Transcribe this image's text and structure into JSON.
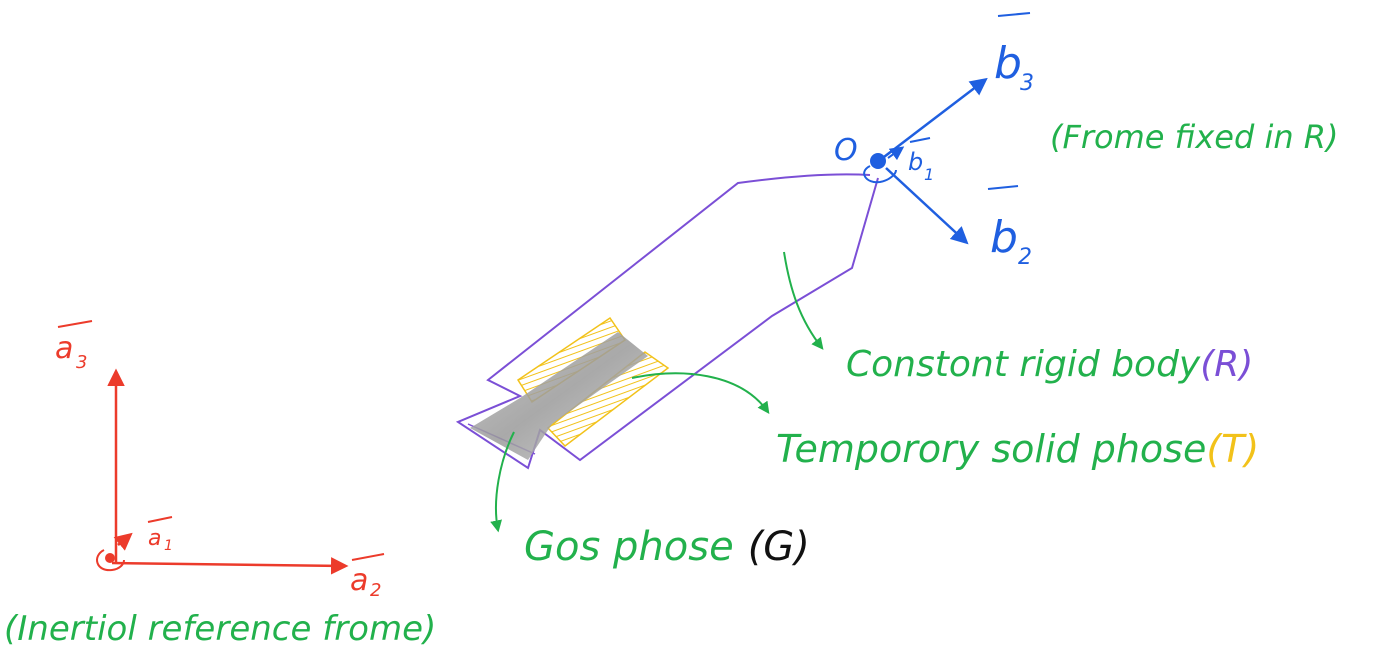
{
  "colors": {
    "inertial_frame": "#ec3b2b",
    "body_frame": "#1f5fe0",
    "rigid_body": "#7b4fd6",
    "solid_phase": "#f2c21a",
    "gas_phase": "#9a9a9a",
    "annotation": "#22b14c",
    "text_black": "#111111"
  },
  "inertial_frame": {
    "axis_a3": "a",
    "axis_a3_sub": "3",
    "axis_a2": "a",
    "axis_a2_sub": "2",
    "axis_a1": "a",
    "axis_a1_sub": "1",
    "caption": "(Inertiol reference frome)"
  },
  "body_frame": {
    "origin": "O",
    "axis_b3": "b",
    "axis_b3_sub": "3",
    "axis_b2": "b",
    "axis_b2_sub": "2",
    "axis_b1": "b",
    "axis_b1_sub": "1",
    "caption": "(Frome fixed in R)"
  },
  "labels": {
    "rigid_body_text": "Constont rigid body",
    "rigid_body_symbol": "(R)",
    "solid_phase_text": "Temporory solid phose",
    "solid_phase_symbol": "(T)",
    "gas_phase_text": "Gos phose",
    "gas_phase_symbol": "(G)"
  }
}
